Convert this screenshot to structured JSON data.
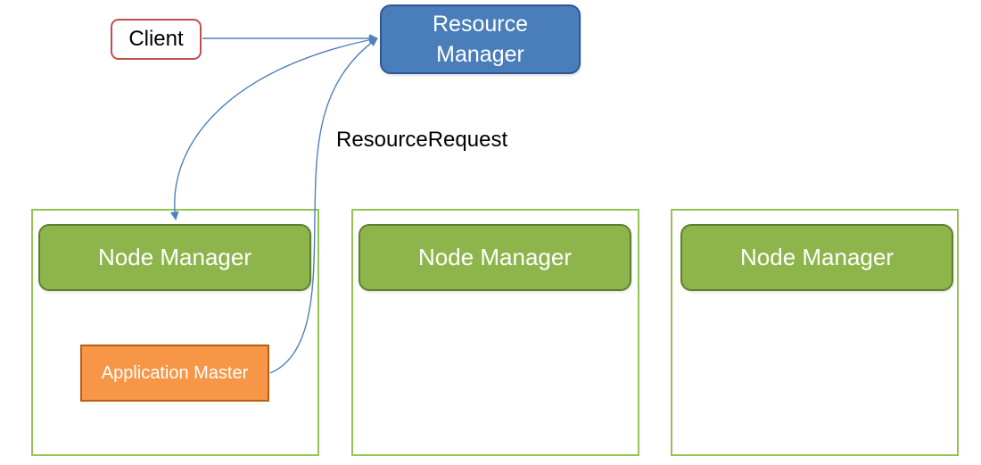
{
  "diagram": {
    "client": {
      "label": "Client"
    },
    "resource_manager": {
      "label": "Resource\nManager"
    },
    "resource_request": {
      "label": "ResourceRequest"
    },
    "nodes": [
      {
        "label": "Node Manager"
      },
      {
        "label": "Node Manager"
      },
      {
        "label": "Node Manager"
      }
    ],
    "application_master": {
      "label": "Application Master"
    }
  },
  "colors": {
    "client_border": "#c0504d",
    "resource_manager_fill": "#4a7ebb",
    "node_container_border": "#92c353",
    "node_manager_fill": "#8db54b",
    "application_master_fill": "#f79646",
    "connector_line": "#4f81bd"
  }
}
